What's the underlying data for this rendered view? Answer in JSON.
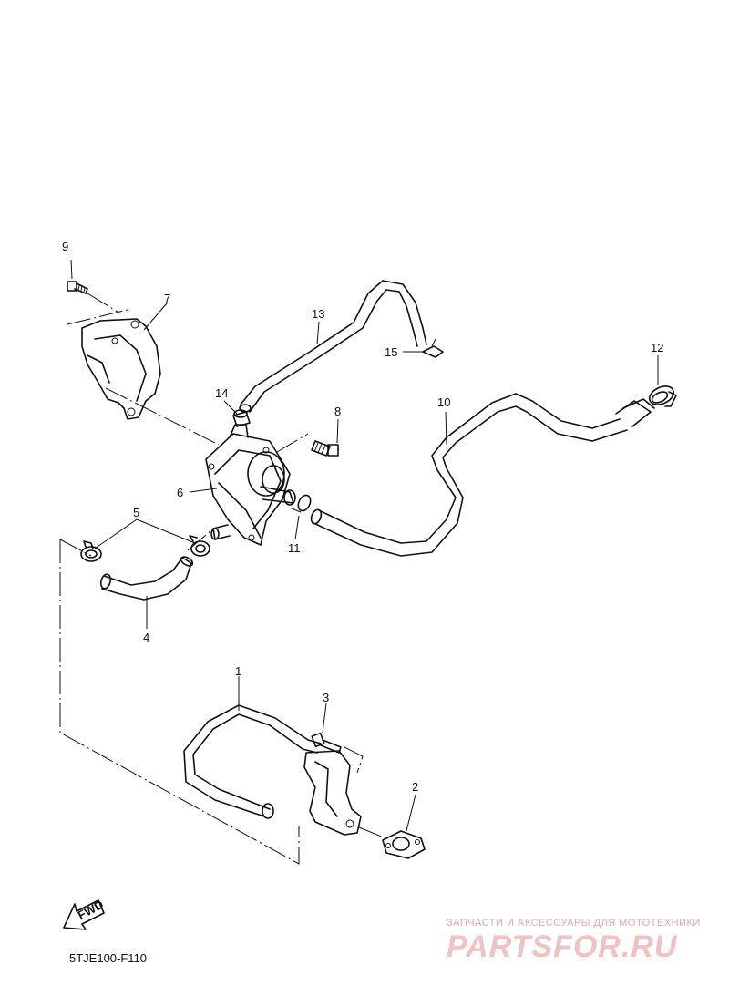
{
  "diagram": {
    "callouts": {
      "c1": "1",
      "c2": "2",
      "c3": "3",
      "c4": "4",
      "c5": "5",
      "c6": "6",
      "c7": "7",
      "c8": "8",
      "c9": "9",
      "c10": "10",
      "c11": "11",
      "c12": "12",
      "c13": "13",
      "c14": "14",
      "c15": "15"
    },
    "fwd_label": "FWD",
    "figure_code": "5TJE100-F110"
  },
  "watermark": {
    "tagline": "ЗАПЧАСТИ И АКСЕССУАРЫ ДЛЯ МОТОТЕХНИКИ",
    "logo": "PARTSFOR.RU",
    "color": "#e8a0a0"
  }
}
